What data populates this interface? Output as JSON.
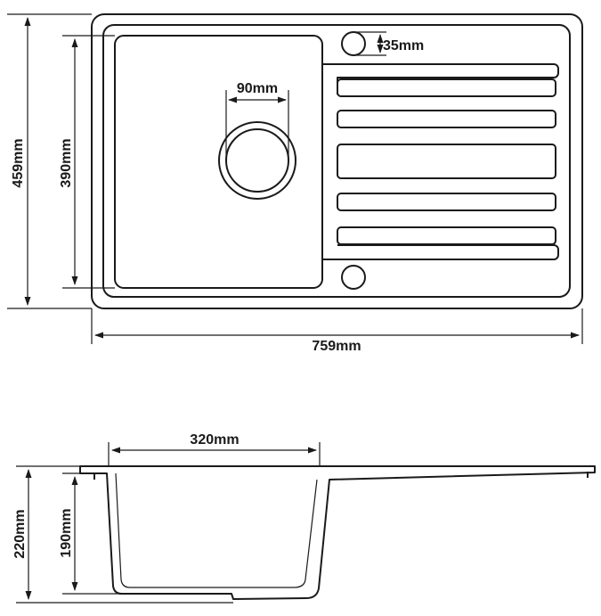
{
  "top_view": {
    "dims": {
      "overall_height": "459mm",
      "bowl_height": "390mm",
      "drain_diameter": "90mm",
      "tap_hole": "35mm",
      "overall_width": "759mm"
    }
  },
  "side_view": {
    "dims": {
      "bowl_width": "320mm",
      "overall_depth": "220mm",
      "bowl_depth": "190mm"
    }
  },
  "colors": {
    "stroke": "#1a1a1a",
    "background": "#ffffff"
  }
}
